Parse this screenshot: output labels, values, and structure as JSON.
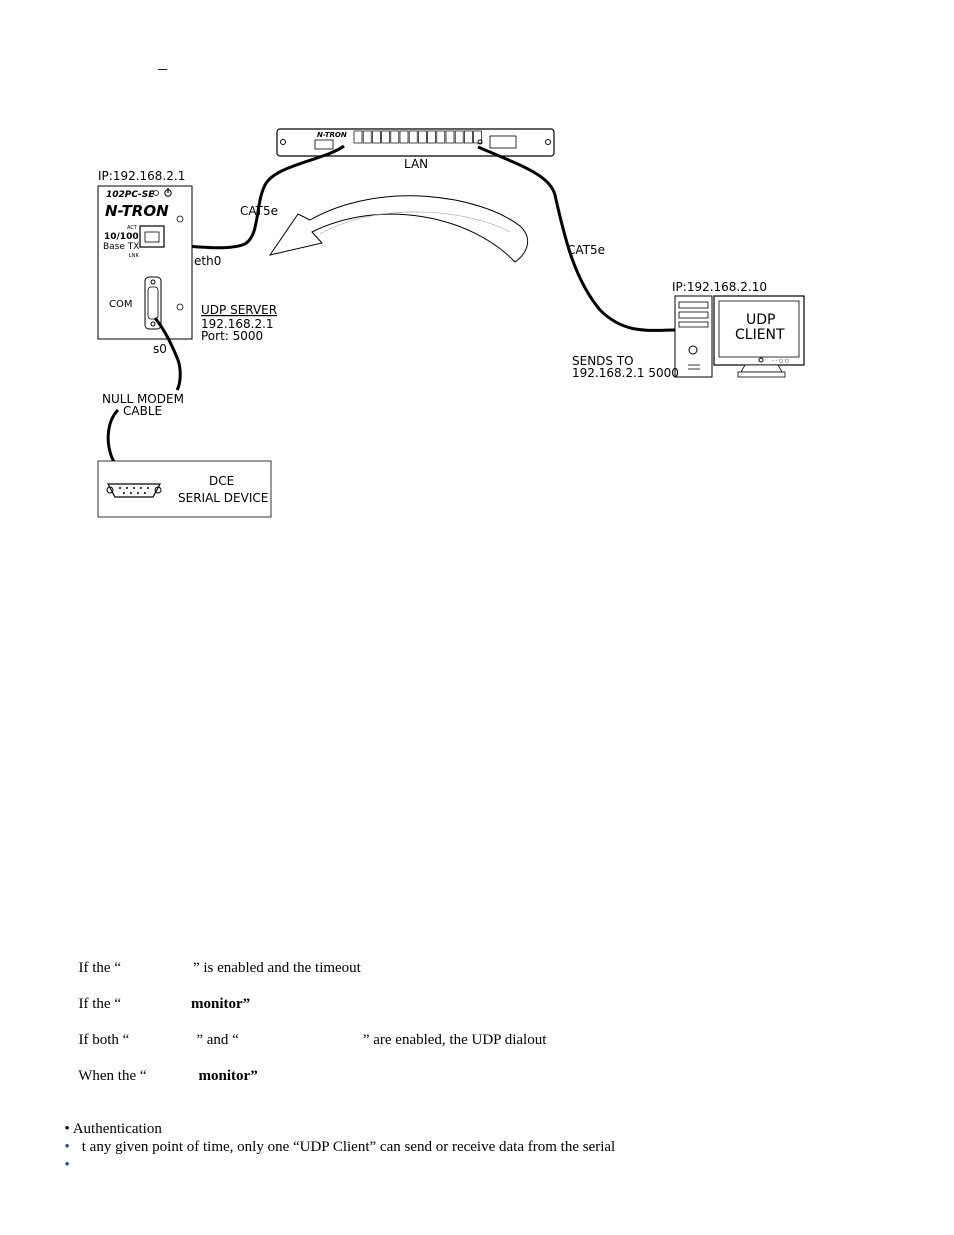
{
  "header_mark": "–",
  "diagram": {
    "switch_logo": "N-TRON",
    "lan_label": "LAN",
    "device": {
      "ip_label": "IP:192.168.2.1",
      "model": "102PC-SE",
      "brand": "N-TRON",
      "act": "ACT",
      "speed": "10/100",
      "base": "Base TX",
      "lnk": "LNK",
      "com": "COM",
      "eth_port": "eth0",
      "serial_port": "s0"
    },
    "cable_left": "CAT5e",
    "cable_right": "CAT5e",
    "server": {
      "title": "UDP SERVER",
      "ip": "192.168.2.1",
      "port": "Port: 5000"
    },
    "client": {
      "ip_label": "IP:192.168.2.10",
      "screen_line1": "UDP",
      "screen_line2": "CLIENT",
      "sends_line1": "SENDS TO",
      "sends_line2": "192.168.2.1 5000"
    },
    "null_modem_line1": "NULL MODEM",
    "null_modem_line2": "CABLE",
    "dce_line1": "DCE",
    "dce_line2": "SERIAL DEVICE"
  },
  "notes": [
    {
      "pre": "If the “",
      "bold": "",
      "post": "” is enabled and the timeout"
    },
    {
      "pre": "If the “",
      "bold": "monitor”",
      "post": ""
    },
    {
      "pre": "If both “",
      "mid": "” and “",
      "post": "” are enabled, the UDP dialout"
    },
    {
      "pre": "When the “",
      "bold": "monitor”",
      "post": ""
    }
  ],
  "bullets": [
    {
      "marker": "•",
      "text": "Authentication"
    },
    {
      "marker": "•",
      "text": "t any given point of time, only one “UDP Client” can send or receive data from the serial"
    },
    {
      "marker": "•",
      "text": ""
    }
  ]
}
